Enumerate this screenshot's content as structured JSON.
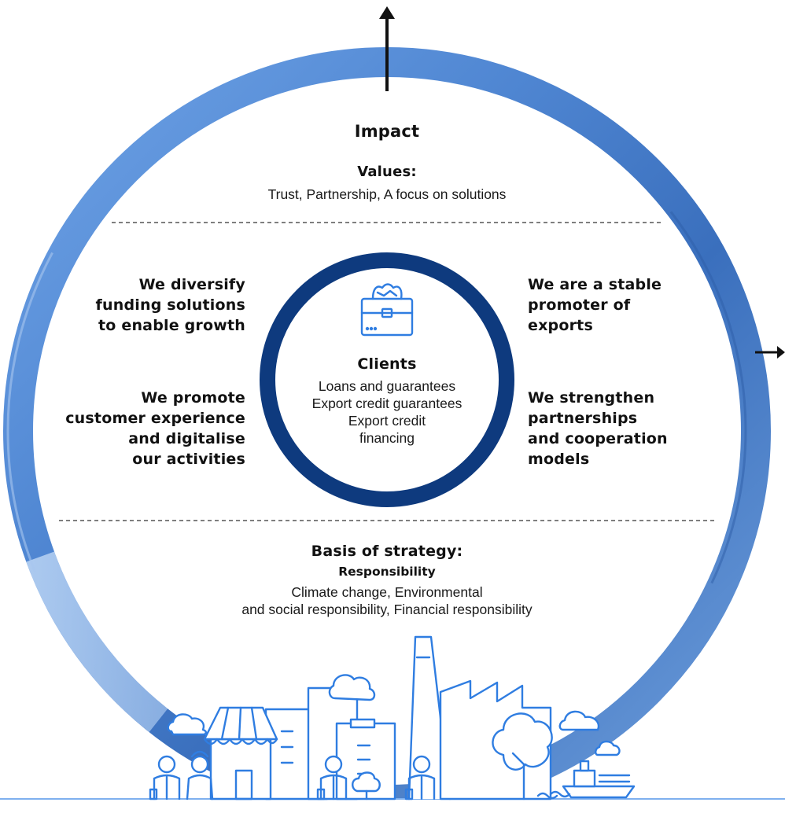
{
  "colors": {
    "ring_light": "#8fb8ea",
    "ring_mid": "#4a85cf",
    "ring_dark": "#2b5fa8",
    "inner_ring": "#0f3a7d",
    "illustration": "#2f7de1",
    "text": "#111111"
  },
  "top": {
    "impact": "Impact",
    "values_title": "Values:",
    "values_text": "Trust, Partnership, A focus on solutions"
  },
  "left": {
    "item1": [
      "We diversify",
      "funding solutions",
      "to enable growth"
    ],
    "item2": [
      "We promote",
      "customer experience",
      "and digitalise",
      "our activities"
    ]
  },
  "right": {
    "item1": [
      "We are a stable",
      "promoter of",
      "exports"
    ],
    "item2": [
      "We strengthen",
      "partnerships",
      "and cooperation",
      "models"
    ]
  },
  "center": {
    "icon": "briefcase-icon",
    "title": "Clients",
    "lines": [
      "Loans and guarantees",
      "Export credit guarantees",
      "Export credit",
      "financing"
    ]
  },
  "bottom": {
    "title": "Basis of strategy:",
    "subtitle": "Responsibility",
    "lines": [
      "Climate change, Environmental",
      "and social responsibility, Financial responsibility"
    ]
  },
  "illustration": {
    "name": "city-skyline-illustration",
    "icons": [
      "person-icon",
      "shop-icon",
      "factory-icon",
      "tree-icon",
      "cloud-icon",
      "ship-icon"
    ]
  }
}
